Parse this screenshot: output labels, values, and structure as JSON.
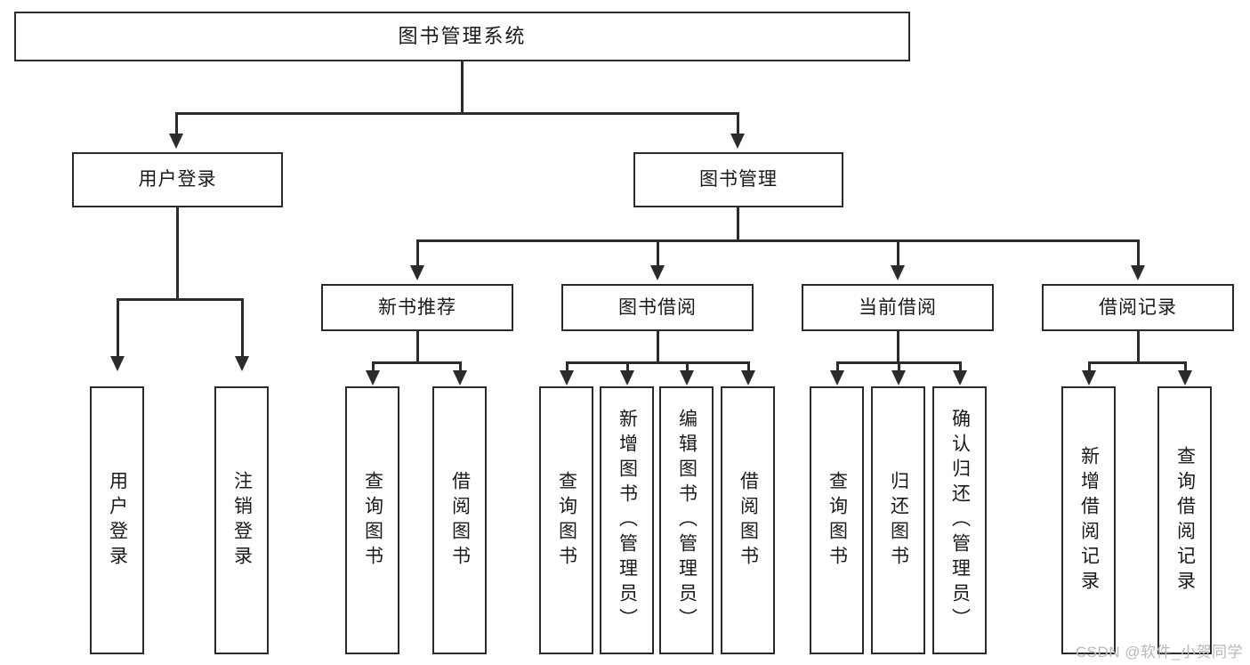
{
  "diagram": {
    "title": "图书管理系统",
    "watermark": "CSDN @软件_小贺同学",
    "colors": {
      "background": "#ffffff",
      "stroke": "#2b2b2b",
      "text": "#1a1a1a",
      "watermark": "#b9b9b9"
    },
    "root": {
      "label": "图书管理系统"
    },
    "level1": [
      {
        "label": "用户登录"
      },
      {
        "label": "图书管理"
      }
    ],
    "level2": [
      {
        "label": "新书推荐"
      },
      {
        "label": "图书借阅"
      },
      {
        "label": "当前借阅"
      },
      {
        "label": "借阅记录"
      }
    ],
    "leaves": {
      "user_login": [
        {
          "label": "用户登录"
        },
        {
          "label": "注销登录"
        }
      ],
      "new_book_recommend": [
        {
          "label": "查询图书"
        },
        {
          "label": "借阅图书"
        }
      ],
      "book_borrow": [
        {
          "label": "查询图书"
        },
        {
          "label": "新增图书（管理员）"
        },
        {
          "label": "编辑图书（管理员）"
        },
        {
          "label": "借阅图书"
        }
      ],
      "current_borrow": [
        {
          "label": "查询图书"
        },
        {
          "label": "归还图书"
        },
        {
          "label": "确认归还（管理员）"
        }
      ],
      "borrow_record": [
        {
          "label": "新增借阅记录"
        },
        {
          "label": "查询借阅记录"
        }
      ]
    }
  }
}
